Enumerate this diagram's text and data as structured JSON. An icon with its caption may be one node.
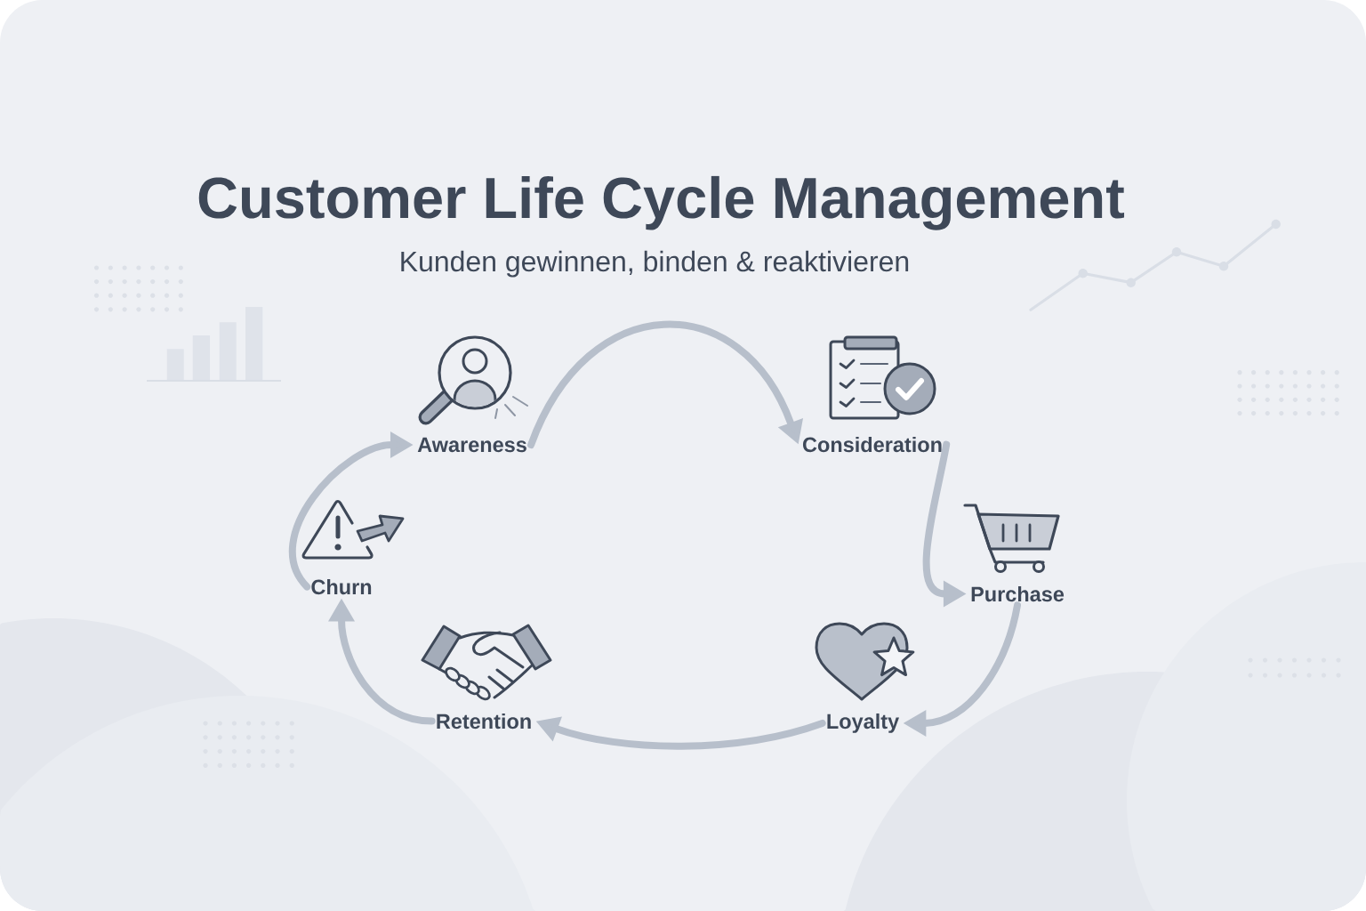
{
  "diagram": {
    "title": "Customer Life Cycle Management",
    "nodes": [
      {
        "text": [
          "Awareness"
        ]
      },
      {
        "text": [
          "Consideration"
        ]
      },
      {
        "text": [
          "Purchase"
        ]
      },
      {
        "text": [
          "Loyalty"
        ]
      },
      {
        "text": [
          "Retention"
        ]
      },
      {
        "text": [
          "Churn"
        ]
      }
    ],
    "edges": [
      {
        "from": 0,
        "to": 1,
        "arrow": "to"
      },
      {
        "from": 1,
        "to": 2,
        "arrow": "to"
      },
      {
        "from": 2,
        "to": 3,
        "arrow": "to"
      },
      {
        "from": 3,
        "to": 4,
        "arrow": "to"
      },
      {
        "from": 4,
        "to": 5,
        "arrow": "to"
      },
      {
        "from": 5,
        "to": 0,
        "arrow": "to"
      }
    ],
    "labels": [
      "Kunden gewinnen, binden & reaktivieren"
    ]
  }
}
